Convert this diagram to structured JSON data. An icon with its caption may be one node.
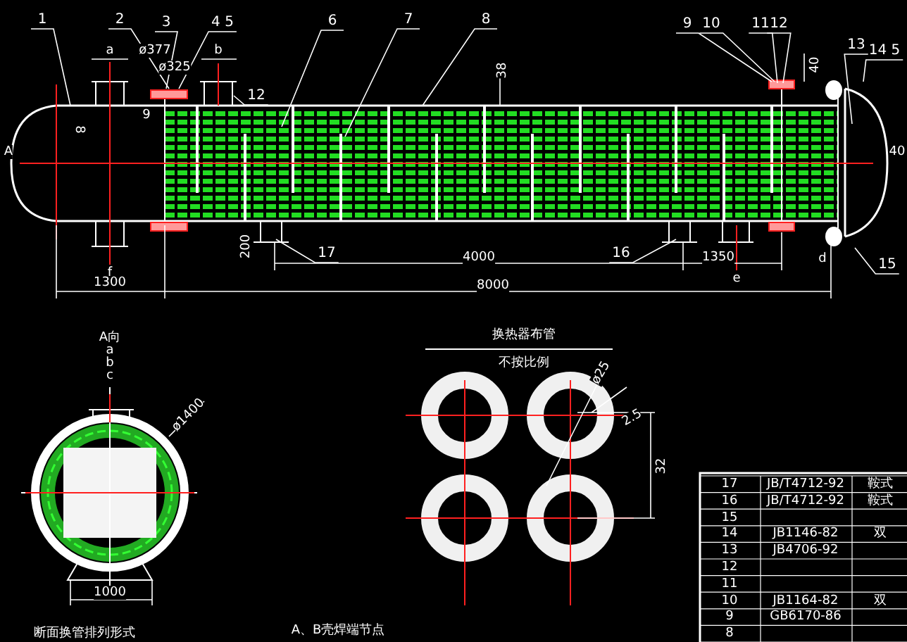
{
  "diagram": {
    "nodes": [
      {
        "text": [
          "1"
        ]
      },
      {
        "text": [
          "2"
        ]
      },
      {
        "text": [
          "3"
        ]
      },
      {
        "text": [
          "4 5"
        ]
      },
      {
        "text": [
          "6"
        ]
      },
      {
        "text": [
          "7"
        ]
      },
      {
        "text": [
          "8"
        ]
      },
      {
        "text": [
          "9"
        ]
      },
      {
        "text": [
          "10"
        ]
      },
      {
        "text": [
          "11"
        ]
      },
      {
        "text": [
          "12"
        ]
      },
      {
        "text": [
          "13"
        ]
      },
      {
        "text": [
          "14 5"
        ]
      },
      {
        "text": [
          "12"
        ]
      },
      {
        "text": [
          "17"
        ]
      },
      {
        "text": [
          "16"
        ]
      },
      {
        "text": [
          "15"
        ]
      }
    ],
    "edges": [
      {
        "from": 0,
        "to": null,
        "arrow": "none"
      },
      {
        "from": 1,
        "to": null,
        "arrow": "none"
      },
      {
        "from": 2,
        "to": null,
        "arrow": "none"
      },
      {
        "from": 3,
        "to": null,
        "arrow": "none"
      },
      {
        "from": 4,
        "to": null,
        "arrow": "none"
      },
      {
        "from": 5,
        "to": null,
        "arrow": "none"
      },
      {
        "from": 6,
        "to": null,
        "arrow": "none"
      },
      {
        "from": 7,
        "to": null,
        "arrow": "none"
      },
      {
        "from": 8,
        "to": null,
        "arrow": "none"
      },
      {
        "from": 9,
        "to": null,
        "arrow": "none"
      },
      {
        "from": 10,
        "to": null,
        "arrow": "none"
      },
      {
        "from": 11,
        "to": null,
        "arrow": "none"
      },
      {
        "from": 12,
        "to": null,
        "arrow": "none"
      },
      {
        "from": 13,
        "to": null,
        "arrow": "none"
      },
      {
        "from": 14,
        "to": null,
        "arrow": "none"
      },
      {
        "from": 15,
        "to": null,
        "arrow": "none"
      },
      {
        "from": 16,
        "to": null,
        "arrow": "none"
      }
    ],
    "labels": [
      "a",
      "ø377",
      "ø325",
      "b",
      "8",
      "9",
      "A",
      "38",
      "40",
      "40",
      "200",
      "f",
      "1300",
      "4000",
      "1350",
      "e",
      "d",
      "8000",
      "A向",
      "a",
      "b",
      "c",
      "ø1400",
      "1000",
      "断面换管排列形式",
      "A、B壳焊端节点",
      "换热器布管",
      "不按比例",
      "ø25",
      "2.5",
      "32",
      "17",
      "JB/T4712-92",
      "鞍式",
      "16",
      "JB/T4712-92",
      "鞍式",
      "15",
      "14",
      "JB1146-82",
      "双",
      "13",
      "JB4706-92",
      "12",
      "11",
      "10",
      "JB1164-82",
      "双",
      "9",
      "GB6170-86",
      "8"
    ]
  }
}
